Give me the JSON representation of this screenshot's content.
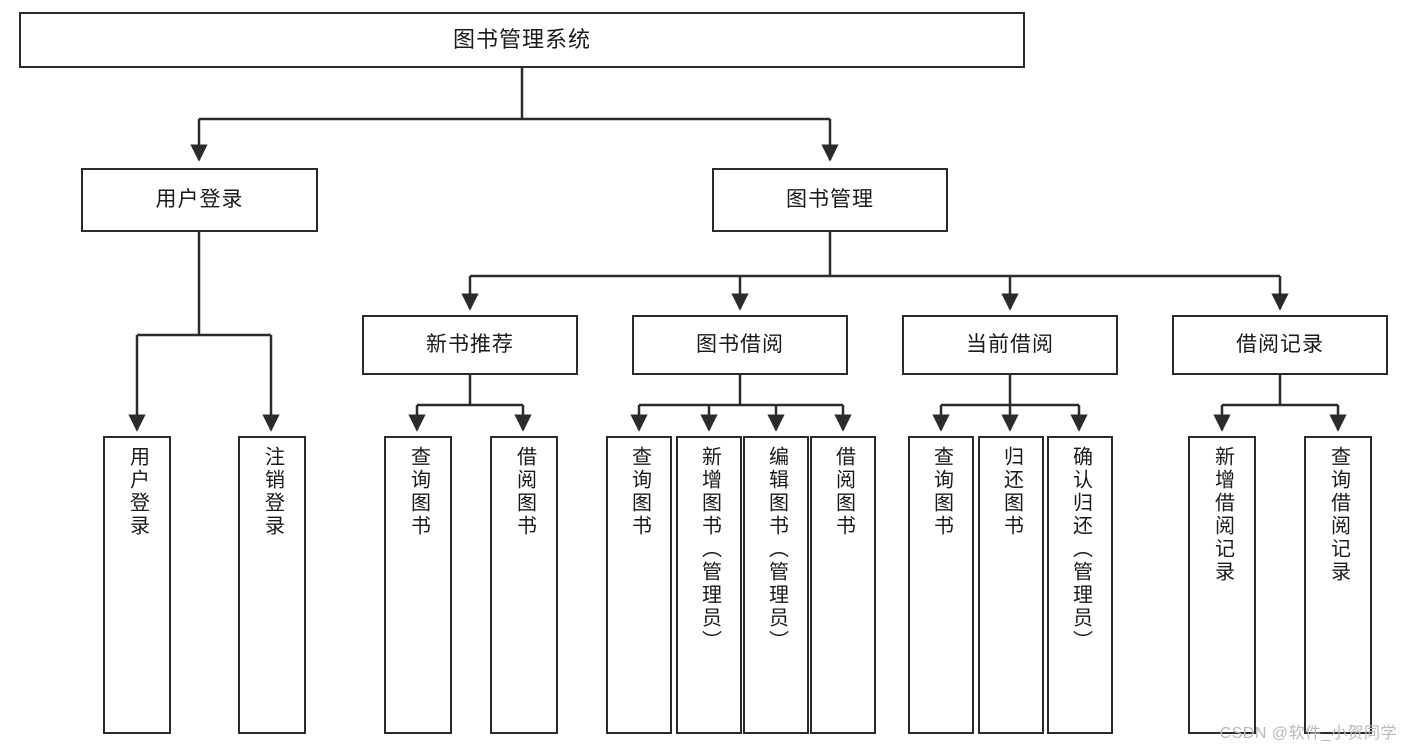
{
  "diagram": {
    "title": "图书管理系统",
    "watermark": "CSDN @软件_小贺同学",
    "edge_color": "#2b2b2b",
    "box_border_color": "#2b2b2b",
    "box_fill_color": "#ffffff",
    "text_color": "#1a1a1a",
    "watermark_color": "#b9b9b9"
  },
  "nodes": {
    "root": {
      "label": "图书管理系统"
    },
    "level2": [
      {
        "id": "user-login",
        "label": "用户登录"
      },
      {
        "id": "book-manage",
        "label": "图书管理"
      }
    ],
    "level3": [
      {
        "id": "new-book-recommend",
        "label": "新书推荐"
      },
      {
        "id": "book-borrow",
        "label": "图书借阅"
      },
      {
        "id": "current-borrow",
        "label": "当前借阅"
      },
      {
        "id": "borrow-record",
        "label": "借阅记录"
      }
    ],
    "leaves": {
      "user-login": [
        {
          "id": "leaf-user-login",
          "label": "用户登录"
        },
        {
          "id": "leaf-user-logout",
          "label": "注销登录"
        }
      ],
      "new-book-recommend": [
        {
          "id": "leaf-query-book-1",
          "label": "查询图书"
        },
        {
          "id": "leaf-borrow-book-1",
          "label": "借阅图书"
        }
      ],
      "book-borrow": [
        {
          "id": "leaf-query-book-2",
          "label": "查询图书"
        },
        {
          "id": "leaf-add-book",
          "label": "新增图书（管理员）"
        },
        {
          "id": "leaf-edit-book",
          "label": "编辑图书（管理员）"
        },
        {
          "id": "leaf-borrow-book-2",
          "label": "借阅图书"
        }
      ],
      "current-borrow": [
        {
          "id": "leaf-query-book-3",
          "label": "查询图书"
        },
        {
          "id": "leaf-return-book",
          "label": "归还图书"
        },
        {
          "id": "leaf-confirm-return",
          "label": "确认归还（管理员）"
        }
      ],
      "borrow-record": [
        {
          "id": "leaf-add-record",
          "label": "新增借阅记录"
        },
        {
          "id": "leaf-query-record",
          "label": "查询借阅记录"
        }
      ]
    }
  }
}
